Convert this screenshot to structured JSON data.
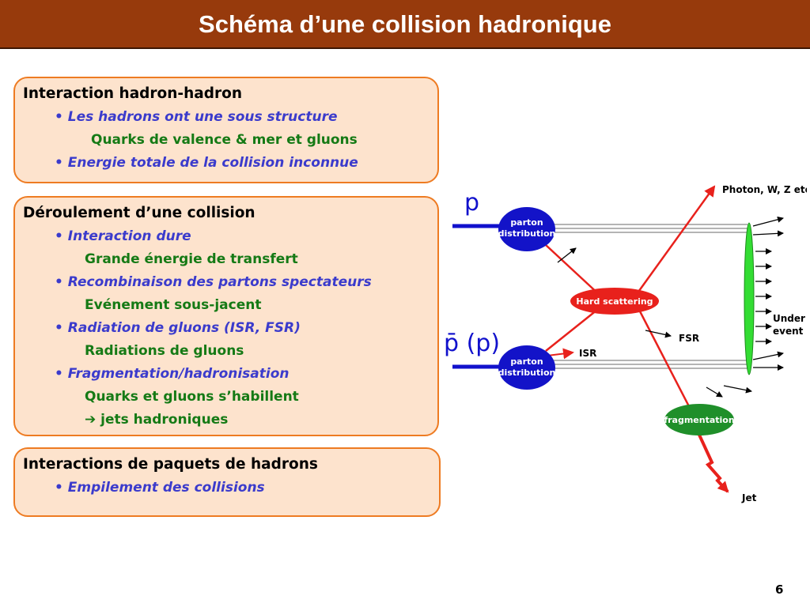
{
  "title": "Schéma d’une collision hadronique",
  "box1": {
    "heading": "Interaction hadron-hadron",
    "items": [
      {
        "bullet": "• Les hadrons ont une sous structure",
        "sub": "Quarks de valence & mer et gluons"
      },
      {
        "bullet": "• Energie totale de la collision inconnue"
      }
    ]
  },
  "box2": {
    "heading": "Déroulement d’une collision",
    "items": [
      {
        "bullet": "• Interaction dure",
        "sub": "Grande énergie de transfert"
      },
      {
        "bullet": "• Recombinaison des partons spectateurs",
        "sub": "Evénement sous-jacent"
      },
      {
        "bullet": "• Radiation de gluons (ISR, FSR)",
        "sub": "Radiations de gluons"
      },
      {
        "bullet": "• Fragmentation/hadronisation",
        "sub": "Quarks et gluons s’habillent",
        "sub2": "➔ jets hadroniques"
      }
    ]
  },
  "box3": {
    "heading": "Interactions de paquets de hadrons",
    "items": [
      {
        "bullet": "• Empilement des collisions"
      }
    ]
  },
  "diagram": {
    "p_label": "p",
    "pbar_label": "p̄ (p)",
    "parton1": [
      "parton",
      "distribution"
    ],
    "parton2": [
      "parton",
      "distribution"
    ],
    "hard": "Hard scattering",
    "frag": "fragmentation",
    "photon": "Photon, W, Z etc.",
    "under": [
      "Under",
      "event"
    ],
    "fsr": "FSR",
    "isr": "ISR",
    "jet": "Jet",
    "colors": {
      "blue": "#1111cc",
      "red": "#e8211c",
      "green": "#1f9f2a",
      "bright_green": "#33dd33"
    }
  },
  "page_number": "6"
}
